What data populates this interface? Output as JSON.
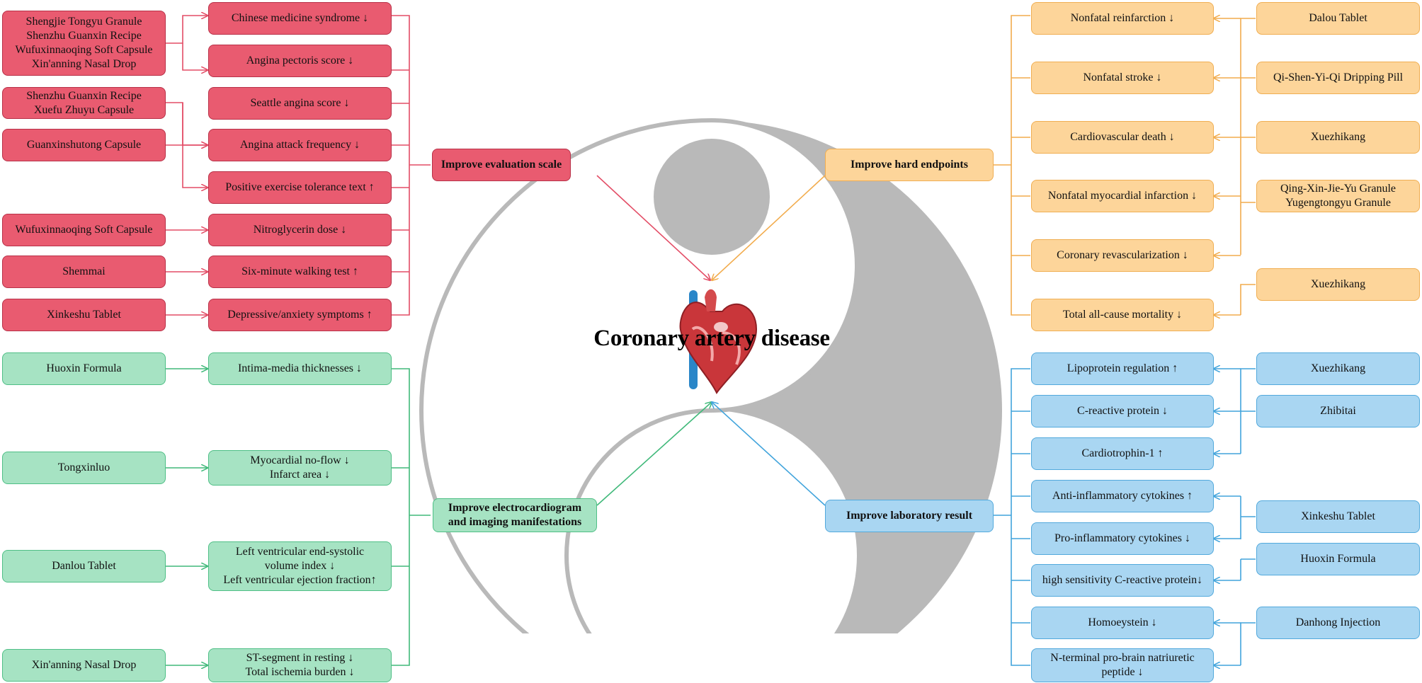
{
  "center": {
    "title": "Coronary artery disease"
  },
  "colors": {
    "red": "#e95b70",
    "orange": "#fdd59a",
    "green": "#a6e3c3",
    "blue": "#a9d6f2",
    "yinyang": "#b9b9b9"
  },
  "hubs": {
    "evaluation": "Improve evaluation scale",
    "hard_endpoints": "Improve hard endpoints",
    "ecg": "Improve electrocardiogram\nand imaging manifestations",
    "laboratory": "Improve laboratory  result"
  },
  "evaluation": {
    "outcomes": [
      "Chinese medicine syndrome ↓",
      "Angina pectoris score ↓",
      "Seattle angina score ↓",
      "Angina attack frequency ↓",
      "Positive exercise tolerance text ↑",
      "Nitroglycerin dose ↓",
      "Six-minute walking test ↑",
      "Depressive/anxiety symptoms ↑"
    ],
    "medicines": [
      "Shengjie Tongyu Granule\nShenzhu Guanxin Recipe\nWufuxinnaoqing Soft Capsule\nXin'anning Nasal Drop",
      "Shenzhu Guanxin Recipe\nXuefu Zhuyu Capsule",
      "Guanxinshutong Capsule",
      "Wufuxinnaoqing Soft Capsule",
      "Shemmai",
      "Xinkeshu Tablet"
    ]
  },
  "hard_endpoints": {
    "outcomes": [
      "Nonfatal reinfarction ↓",
      "Nonfatal stroke ↓",
      "Cardiovascular death ↓",
      "Nonfatal myocardial infarction ↓",
      "Coronary revascularization ↓",
      "Total all-cause mortality ↓"
    ],
    "medicines": [
      "Dalou Tablet",
      "Qi-Shen-Yi-Qi Dripping Pill",
      "Xuezhikang",
      "Qing-Xin-Jie-Yu Granule\nYugengtongyu Granule",
      "Xuezhikang"
    ]
  },
  "ecg": {
    "outcomes": [
      "Intima-media thicknesses ↓",
      "Myocardial no-flow ↓\nInfarct area ↓",
      "Left ventricular end-systolic\nvolume index ↓\nLeft ventricular ejection fraction↑",
      "ST-segment in resting ↓\nTotal ischemia burden ↓"
    ],
    "medicines": [
      "Huoxin Formula",
      "Tongxinluo",
      "Danlou Tablet",
      "Xin'anning Nasal Drop"
    ]
  },
  "laboratory": {
    "outcomes": [
      "Lipoprotein regulation ↑",
      "C-reactive protein ↓",
      "Cardiotrophin-1 ↑",
      "Anti-inflammatory cytokines ↑",
      "Pro-inflammatory cytokines ↓",
      "high sensitivity C-reactive protein↓",
      "Homoeystein ↓",
      "N-terminal pro-brain natriuretic\npeptide ↓"
    ],
    "medicines": [
      "Xuezhikang",
      "Zhibitai",
      "Xinkeshu Tablet",
      "Huoxin Formula",
      "Danhong Injection"
    ]
  }
}
